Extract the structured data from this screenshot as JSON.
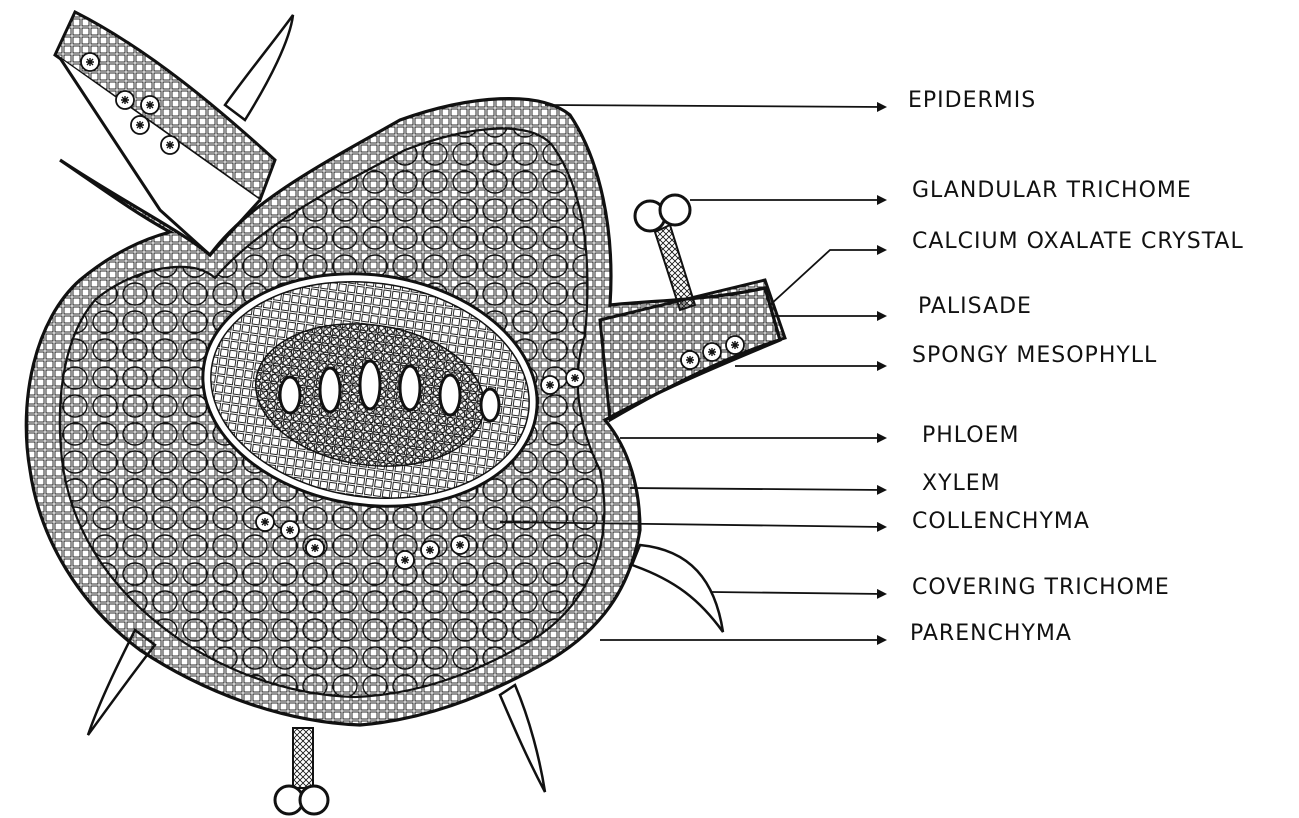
{
  "labels": {
    "epidermis": "EPIDERMIS",
    "glandular_trichome": "GLANDULAR TRICHOME",
    "calcium_oxalate_crystal": "CALCIUM OXALATE CRYSTAL",
    "palisade": "PALISADE",
    "spongy_mesophyll": "SPONGY MESOPHYLL",
    "phloem": "PHLOEM",
    "xylem": "XYLEM",
    "collenchyma": "COLLENCHYMA",
    "covering_trichome": "COVERING TRICHOME",
    "parenchyma": "PARENCHYMA"
  }
}
